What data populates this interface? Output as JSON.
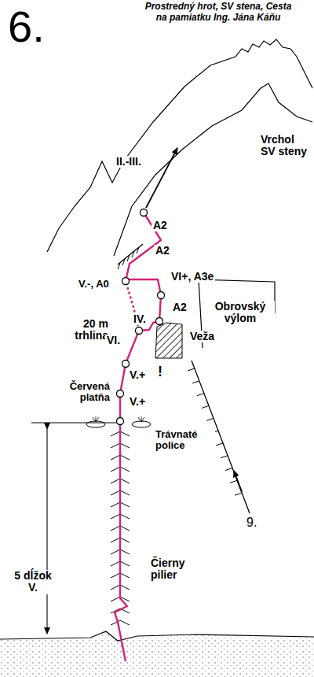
{
  "diagram": {
    "title": "Prostredný hrot, SV stena, Cesta na pamiatku Ing. Jána Káňu",
    "labels": [
      "6.",
      "Vrchol SV steny",
      "II.-III.",
      "A2",
      "A2",
      "VI+, A3e",
      "V.-, A0",
      "A2",
      "IV.",
      "20 m trhlina",
      "VI.",
      "Veža",
      "Obrovský výlom",
      "V.+",
      "!",
      "Červená platňa",
      "V.+",
      "Trávnaté police",
      "5 dĺžok V.",
      "Čierny pilier",
      "9."
    ]
  }
}
